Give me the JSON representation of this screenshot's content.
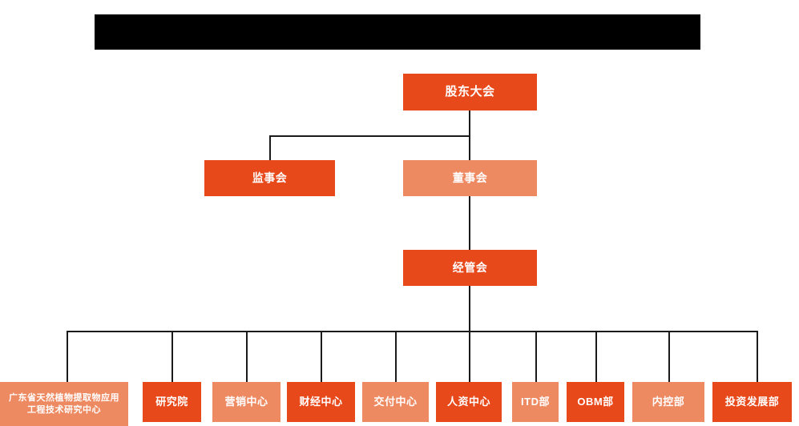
{
  "page": {
    "title_bar": {
      "name": "redacted-title-bar",
      "text": "",
      "color": "#000000"
    },
    "background_color": "#ffffff"
  },
  "palette": {
    "primary_orange": "#E8491B",
    "secondary_salmon": "#EE8A62",
    "connector_line": "#1a1a1a",
    "node_text": "#ffffff"
  },
  "org_chart": {
    "levels": [
      {
        "level": 1,
        "nodes": [
          {
            "id": "shareholders-meeting",
            "label": "股东大会",
            "fill": "#E8491B",
            "style": "dark"
          }
        ]
      },
      {
        "level": 2,
        "nodes": [
          {
            "id": "board-of-supervisors",
            "label": "监事会",
            "fill": "#E8491B",
            "style": "dark"
          },
          {
            "id": "board-of-directors",
            "label": "董事会",
            "fill": "#EE8A62",
            "style": "light"
          }
        ]
      },
      {
        "level": 3,
        "nodes": [
          {
            "id": "management-committee",
            "label": "经管会",
            "fill": "#E8491B",
            "style": "dark"
          }
        ]
      },
      {
        "level": 4,
        "nodes": [
          {
            "id": "engineering-research-center",
            "label": "广东省天然植物提取物应用工程技术研究中心",
            "fill": "#EE8A62",
            "style": "light"
          },
          {
            "id": "research-institute",
            "label": "研究院",
            "fill": "#E8491B",
            "style": "dark"
          },
          {
            "id": "marketing-center",
            "label": "营销中心",
            "fill": "#EE8A62",
            "style": "light"
          },
          {
            "id": "finance-center",
            "label": "财经中心",
            "fill": "#E8491B",
            "style": "dark"
          },
          {
            "id": "delivery-center",
            "label": "交付中心",
            "fill": "#EE8A62",
            "style": "light"
          },
          {
            "id": "hr-center",
            "label": "人资中心",
            "fill": "#E8491B",
            "style": "dark"
          },
          {
            "id": "itd-department",
            "label": "ITD部",
            "fill": "#EE8A62",
            "style": "light"
          },
          {
            "id": "obm-department",
            "label": "OBM部",
            "fill": "#E8491B",
            "style": "dark"
          },
          {
            "id": "internal-control-department",
            "label": "内控部",
            "fill": "#EE8A62",
            "style": "light"
          },
          {
            "id": "investment-development-department",
            "label": "投资发展部",
            "fill": "#E8491B",
            "style": "dark"
          }
        ]
      }
    ]
  }
}
